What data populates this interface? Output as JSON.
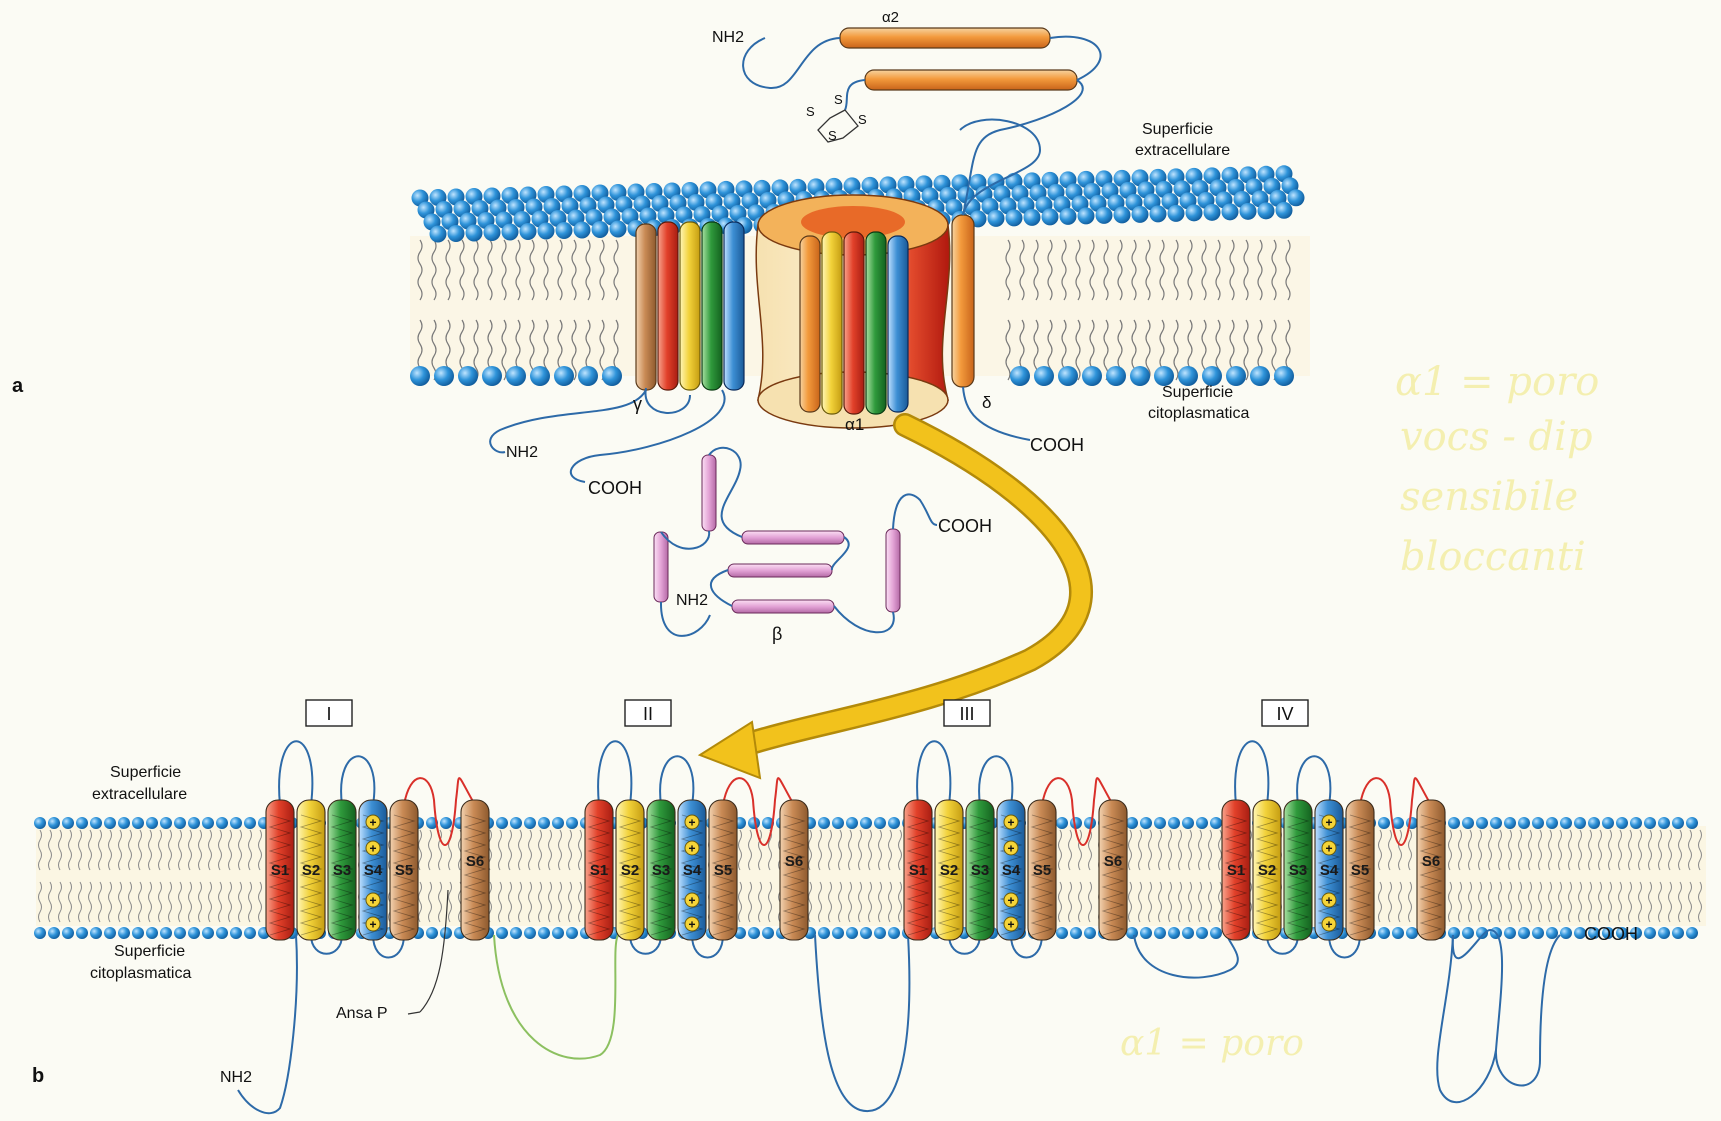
{
  "panel_a": {
    "letter": "a",
    "alpha2": "α2",
    "nh2_top": "NH2",
    "sulfur": "S",
    "surface_extra_l1": "Superficie",
    "surface_extra_l2": "extracellulare",
    "surface_cyto_l1": "Superficie",
    "surface_cyto_l2": "citoplasmatica",
    "gamma": "γ",
    "alpha1": "α1",
    "delta": "δ",
    "nh2_gamma": "NH2",
    "cooh_gamma": "COOH",
    "cooh_delta": "COOH",
    "beta": "β",
    "nh2_beta": "NH2",
    "cooh_beta": "COOH"
  },
  "panel_b": {
    "letter": "b",
    "domains": [
      "I",
      "II",
      "III",
      "IV"
    ],
    "segments": [
      "S1",
      "S2",
      "S3",
      "S4",
      "S5",
      "S6"
    ],
    "surface_extra_l1": "Superficie",
    "surface_extra_l2": "extracellulare",
    "surface_cyto_l1": "Superficie",
    "surface_cyto_l2": "citoplasmatica",
    "ansa_p": "Ansa P",
    "nh2": "NH2",
    "cooh": "COOH",
    "charge": "+"
  },
  "handwriting": [
    "α1 = poro",
    "vocs - dip",
    "sensibile",
    "bloccanti",
    "α1 = poro"
  ],
  "colors": {
    "membrane_head": "#2a8fd6",
    "helix_red": "#e2412a",
    "helix_orange": "#f08a2e",
    "helix_yellow": "#f2d23a",
    "helix_green": "#2f9a3c",
    "helix_blue": "#3d8fd4",
    "helix_tan": "#c98a55",
    "loop_line": "#2d6aa8",
    "p_loop": "#d9302a",
    "beta_helix": "#e3a3d6",
    "arrow": "#f2c21c",
    "handwriting": "#f2ec9a"
  }
}
